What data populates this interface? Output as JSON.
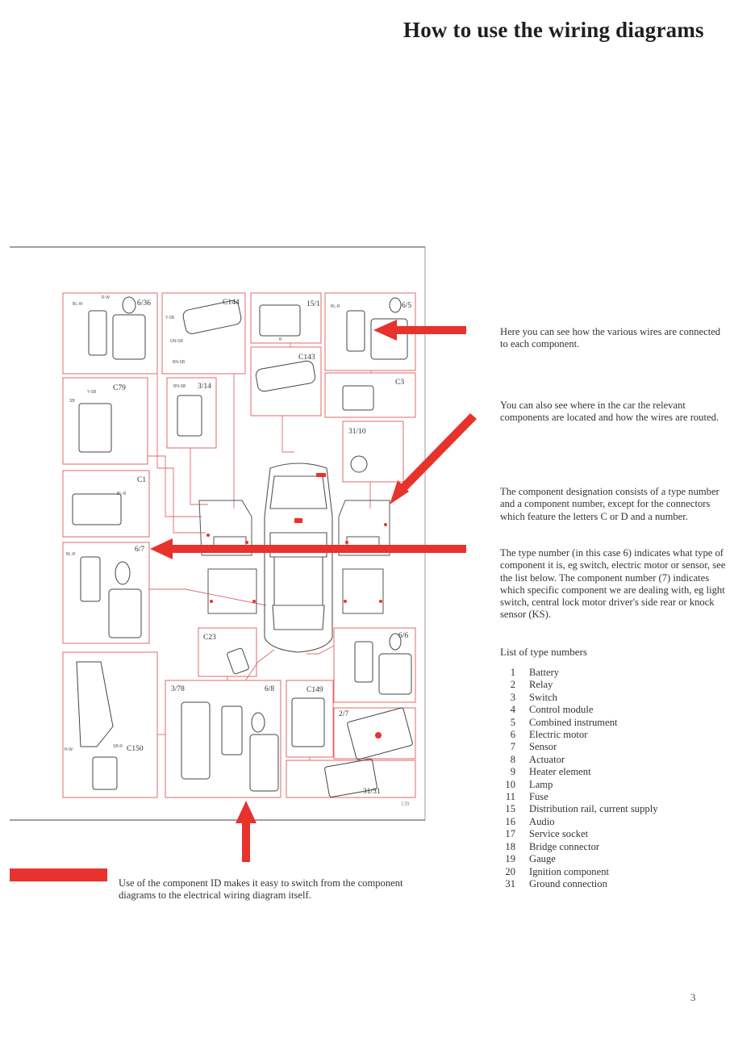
{
  "page": {
    "title": "How to use the wiring diagrams",
    "page_number": "3",
    "diagram_page_number": "139"
  },
  "paragraphs": {
    "p1": "Here you can see how the various wires are connected to each component.",
    "p2": "You can also see where in the car the relevant components are located and how the wires are routed.",
    "p3": "The component designation consists of a type number and a component number, except for the connectors which feature the letters C or D and a number.",
    "p4": "The type number (in this case 6) indicates what type of component it is, eg switch, electric motor or sensor, see the list below. The component number (7) indicates which specific component we are dealing with, eg light switch, central lock motor driver's side rear or knock sensor (KS)."
  },
  "type_list": {
    "heading": "List of type numbers",
    "items": [
      {
        "num": "1",
        "label": "Battery"
      },
      {
        "num": "2",
        "label": "Relay"
      },
      {
        "num": "3",
        "label": "Switch"
      },
      {
        "num": "4",
        "label": "Control module"
      },
      {
        "num": "5",
        "label": "Combined instrument"
      },
      {
        "num": "6",
        "label": "Electric motor"
      },
      {
        "num": "7",
        "label": "Sensor"
      },
      {
        "num": "8",
        "label": "Actuator"
      },
      {
        "num": "9",
        "label": "Heater element"
      },
      {
        "num": "10",
        "label": "Lamp"
      },
      {
        "num": "11",
        "label": "Fuse"
      },
      {
        "num": "15",
        "label": "Distribution rail, current supply"
      },
      {
        "num": "16",
        "label": "Audio"
      },
      {
        "num": "17",
        "label": "Service socket"
      },
      {
        "num": "18",
        "label": "Bridge connector"
      },
      {
        "num": "19",
        "label": "Gauge"
      },
      {
        "num": "20",
        "label": "Ignition component"
      },
      {
        "num": "31",
        "label": "Ground connection"
      }
    ]
  },
  "caption": "Use of the component ID makes it easy to switch from the component diagrams to the electrical wiring diagram itself.",
  "components": {
    "c636": "6/36",
    "c144": "C144",
    "c151": "15/1",
    "c65": "6/5",
    "c143": "C143",
    "c79": "C79",
    "c314": "3/14",
    "c3": "C3",
    "c3110": "31/10",
    "c1": "C1",
    "c67": "6/7",
    "c23": "C23",
    "c66": "6/6",
    "c378": "3/78",
    "c68": "6/8",
    "c149": "C149",
    "c27": "2/7",
    "c150": "C150",
    "c3131": "31/31"
  },
  "wire_codes": {
    "w1": "BL-W",
    "w2": "R-W",
    "w3": "Y-SB",
    "w4": "GN-SB",
    "w5": "BN-SB",
    "w6": "BL-R",
    "w7": "SB",
    "w8": "BN-SB",
    "w9": "R",
    "w10": "SB-R"
  },
  "colors": {
    "accent_red": "#e8322c",
    "frame_red": "#e06a6a",
    "line_gray": "#6e6e6e"
  }
}
